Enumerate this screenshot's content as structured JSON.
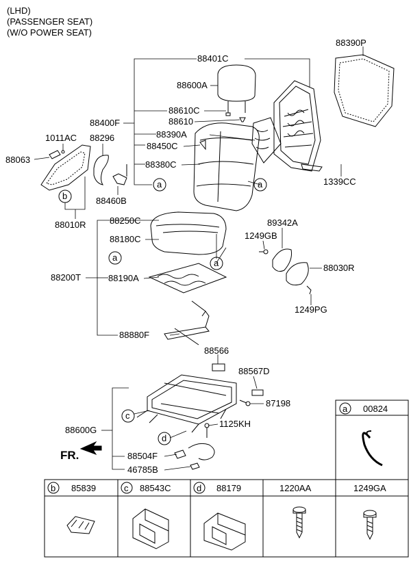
{
  "header": [
    "(LHD)",
    "(PASSENGER SEAT)",
    "(W/O POWER SEAT)"
  ],
  "labels": {
    "p88390P": "88390P",
    "p88401C": "88401C",
    "p88600A": "88600A",
    "p88610C": "88610C",
    "p88610": "88610",
    "p88400F": "88400F",
    "p88390A": "88390A",
    "p88450C": "88450C",
    "p88380C": "88380C",
    "p1011AC": "1011AC",
    "p88296": "88296",
    "p88063": "88063",
    "p88460B": "88460B",
    "p88010R": "88010R",
    "p1339CC": "1339CC",
    "p88250C": "88250C",
    "p88180C": "88180C",
    "p89342A": "89342A",
    "p1249GB": "1249GB",
    "p88030R": "88030R",
    "p88200T": "88200T",
    "p88190A": "88190A",
    "p1249PG": "1249PG",
    "p88880F": "88880F",
    "p88566": "88566",
    "p88567D": "88567D",
    "p87198": "87198",
    "p88600G": "88600G",
    "p1125KH": "1125KH",
    "p88504F": "88504F",
    "p46785B": "46785B",
    "fr": "FR."
  },
  "callouts": {
    "a": "a",
    "b": "b",
    "c": "c",
    "d": "d"
  },
  "inset_a": {
    "letter": "a",
    "part": "00824"
  },
  "parts_table": [
    {
      "letter": "b",
      "part": "85839"
    },
    {
      "letter": "c",
      "part": "88543C"
    },
    {
      "letter": "d",
      "part": "88179"
    },
    {
      "letter": "",
      "part": "1220AA"
    },
    {
      "letter": "",
      "part": "1249GA"
    }
  ]
}
